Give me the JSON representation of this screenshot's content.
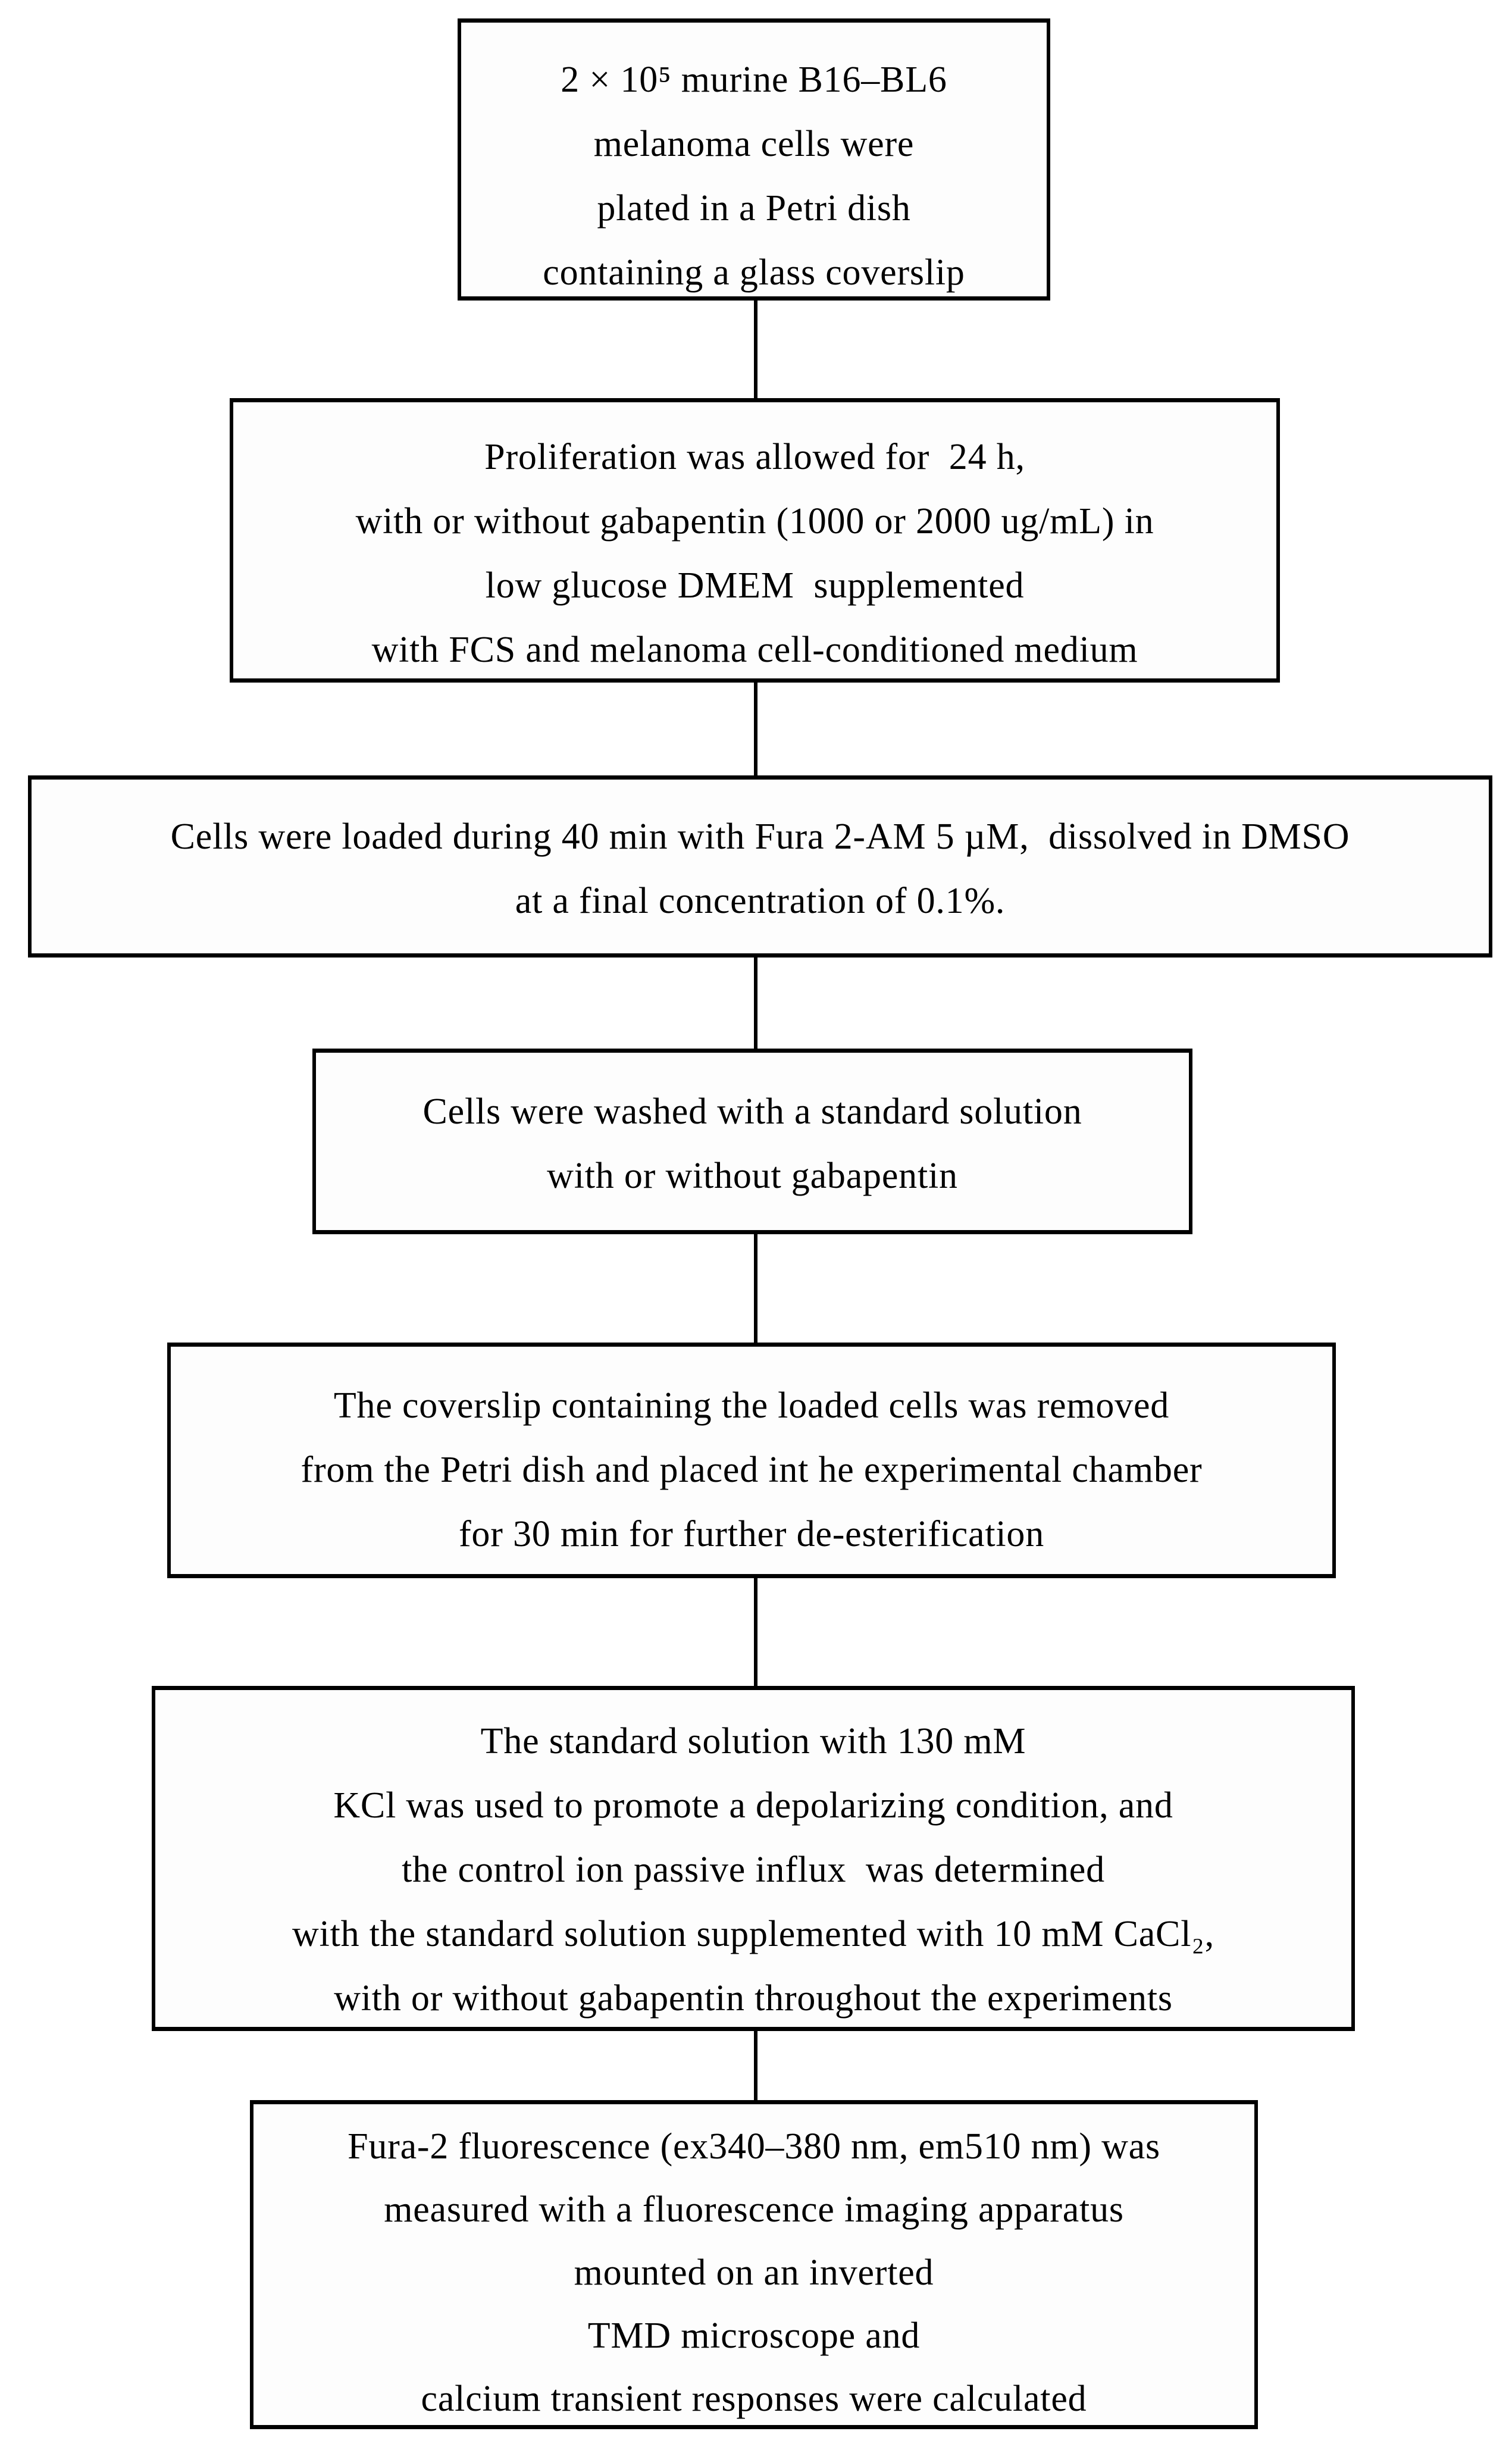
{
  "colors": {
    "background": "#ffffff",
    "line": "#000000",
    "text": "#000000"
  },
  "flow": {
    "steps": [
      {
        "name": "cell-plating",
        "lines": [
          "2 × 10⁵ murine B16–BL6",
          "melanoma cells were",
          "plated in a Petri dish",
          "containing a glass coverslip"
        ]
      },
      {
        "name": "proliferation",
        "lines": [
          "Proliferation was allowed for  24 h,",
          "with or without gabapentin (1000 or 2000 ug/mL) in",
          "low glucose DMEM  supplemented",
          "with FCS and melanoma cell-conditioned medium"
        ]
      },
      {
        "name": "fura2-loading",
        "lines": [
          "Cells were loaded during 40 min with Fura 2-AM 5 µM,  dissolved in DMSO",
          "at a final concentration of 0.1%."
        ]
      },
      {
        "name": "washing",
        "lines": [
          "Cells were washed with a standard solution",
          "with or without gabapentin"
        ]
      },
      {
        "name": "coverslip-transfer",
        "lines": [
          "The coverslip containing the loaded cells was removed",
          "from the Petri dish and placed int he experimental chamber",
          "for 30 min for further de-esterification"
        ]
      },
      {
        "name": "depolarization",
        "lines": [
          "The standard solution with 130 mM",
          "KCl was used to promote a depolarizing condition, and",
          "the control ion passive influx  was determined",
          "with the standard solution supplemented with 10 mM CaCl₂,",
          "with or without gabapentin throughout the experiments"
        ]
      },
      {
        "name": "fluorescence-measurement",
        "lines": [
          "Fura-2 fluorescence (ex340–380 nm, em510 nm) was",
          "measured with a fluorescence imaging apparatus",
          "mounted on an inverted",
          "TMD microscope and",
          "calcium transient responses were calculated"
        ]
      }
    ]
  }
}
